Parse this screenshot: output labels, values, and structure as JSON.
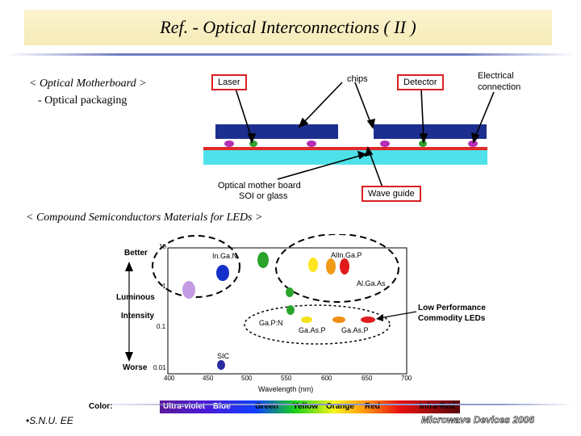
{
  "title": "Ref. - Optical Interconnections ( II )",
  "section1": {
    "heading": "< Optical Motherboard >",
    "subheading": "- Optical packaging"
  },
  "motherboard_figure": {
    "laser": "Laser",
    "chips": "chips",
    "detector": "Detector",
    "electrical_line1": "Electrical",
    "electrical_line2": "connection",
    "board_line1": "Optical mother board",
    "board_line2": "SOI or glass",
    "waveguide": "Wave guide"
  },
  "section2": {
    "heading": "< Compound Semiconductors Materials for LEDs >"
  },
  "led_chart": {
    "better": "Better",
    "luminous": "Luminous",
    "intensity": "Intensity",
    "worse": "Worse",
    "y_ticks": [
      "10",
      "1",
      "0.1",
      "0.01"
    ],
    "x_ticks": [
      "400",
      "450",
      "500",
      "550",
      "600",
      "650",
      "700"
    ],
    "x_label": "Wavelength (nm)",
    "materials": {
      "ingan": "In.Ga.N",
      "alingap": "AlIn.Ga.P",
      "algaas": "Al.Ga.As",
      "gapn": "Ga.P:N",
      "gaasp1": "Ga.As.P",
      "gaasp2": "Ga.As.P",
      "sic": "SIC"
    },
    "annotation_line1": "Low Performance",
    "annotation_line2": "Commodity LEDs",
    "color_label": "Color:",
    "color_names": [
      "Ultra-violet",
      "Blue",
      "Green",
      "Yellow",
      "Orange",
      "Red",
      "Infra-Red"
    ]
  },
  "footer": {
    "left": "•S.N.U. EE",
    "right": "Microwave Devices 2006"
  }
}
